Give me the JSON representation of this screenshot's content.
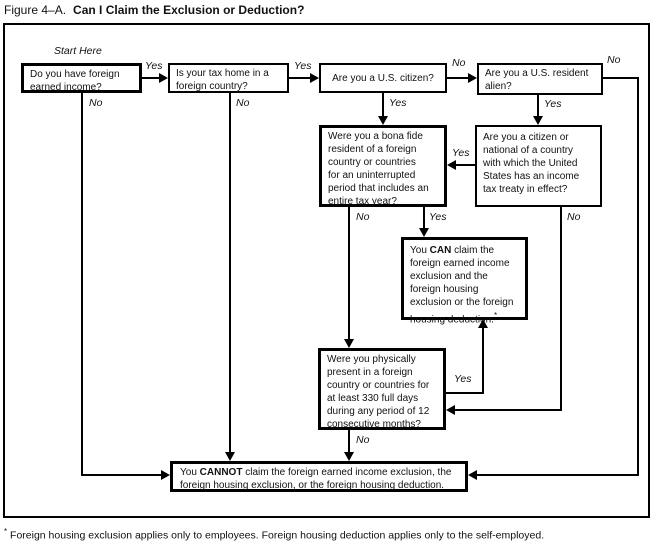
{
  "title": {
    "label": "Figure 4–A.",
    "heading": "Can I Claim the Exclusion or Deduction?"
  },
  "labels": {
    "start_here": "Start Here",
    "yes": "Yes",
    "no": "No"
  },
  "boxes": {
    "foreign_income": "Do you have foreign\nearned income?",
    "tax_home": "Is your tax home in a\nforeign country?",
    "us_citizen": "Are you a U.S. citizen?",
    "resident_alien": "Are you a U.S. resident\nalien?",
    "bona_fide": "Were you a bona fide\nresident of a foreign\ncountry or countries\nfor an uninterrupted\nperiod that includes an\nentire tax year?",
    "tax_treaty": "Are you a citizen or\nnational of a country\nwith which the United\nStates has an income\ntax treaty in effect?",
    "can_claim": {
      "pre": "You ",
      "emph": "CAN",
      "post": " claim the\nforeign earned income\nexclusion and the\nforeign housing\nexclusion or the foreign\nhousing deduction.",
      "footnote_marker": "*"
    },
    "physical_presence": "Were you physically\npresent in a foreign\ncountry or countries for\nat least 330 full days\nduring any period of 12\nconsecutive months?",
    "cannot_claim": {
      "pre": "You ",
      "emph": "CANNOT",
      "post": " claim the foreign earned income exclusion, the\nforeign housing exclusion, or the foreign housing deduction."
    }
  },
  "footnote": {
    "marker": "*",
    "text": " Foreign housing exclusion applies only to employees. Foreign housing deduction applies only to the self-employed."
  }
}
